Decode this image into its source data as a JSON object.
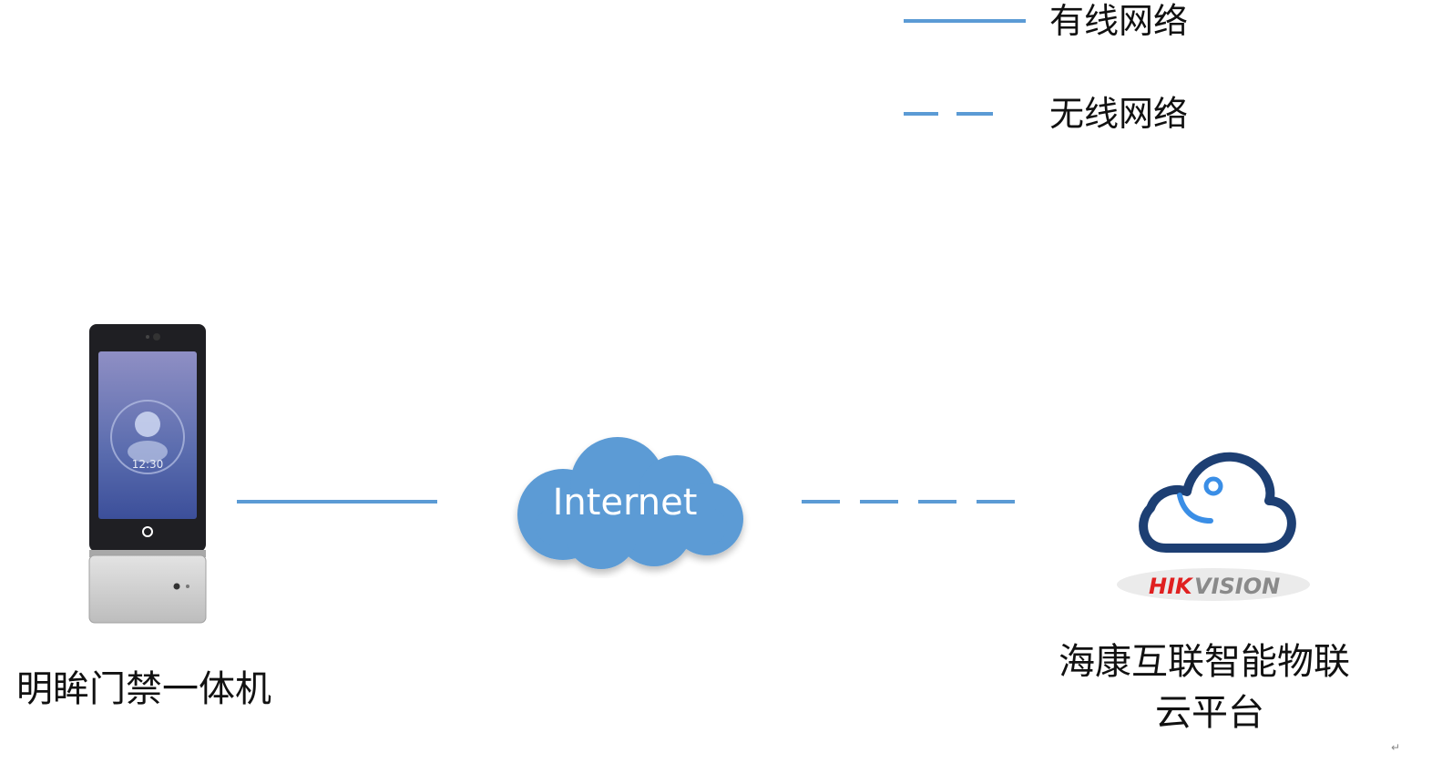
{
  "legend": {
    "wired_label": "有线网络",
    "wireless_label": "无线网络"
  },
  "nodes": {
    "device": {
      "label": "明眸门禁一体机",
      "screen_time": "12:30"
    },
    "internet": {
      "label": "Internet"
    },
    "platform": {
      "label_line1": "海康互联智能物联",
      "label_line2": "云平台",
      "logo_text_red": "HIK",
      "logo_text_gray": "VISION"
    }
  },
  "edges": [
    {
      "from": "device",
      "to": "internet",
      "style": "wired"
    },
    {
      "from": "internet",
      "to": "platform",
      "style": "wireless"
    }
  ],
  "colors": {
    "line": "#5b9bd5",
    "cloud": "#5b9bd5",
    "platform_cloud": "#1d3f73",
    "platform_accent": "#3a8ee6",
    "brand_red": "#e02020"
  },
  "return_mark": "↵"
}
